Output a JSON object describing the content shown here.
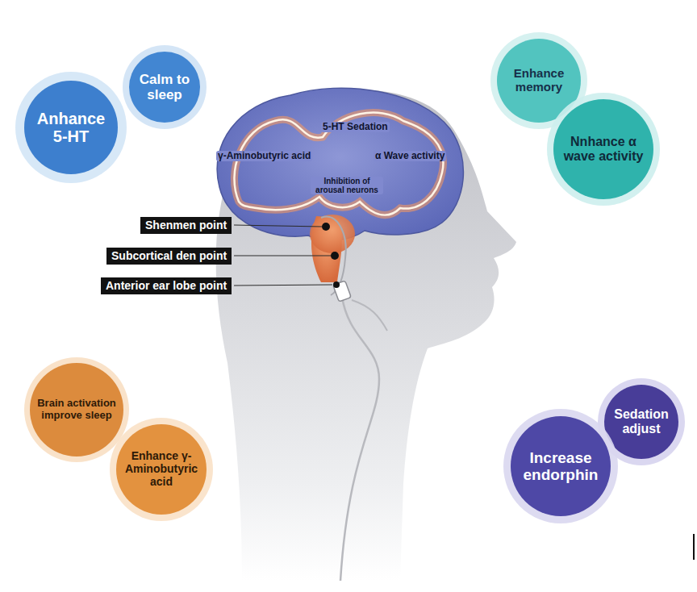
{
  "diagram": {
    "nodes": [
      {
        "text": [
          "Anhance 5-HT"
        ]
      },
      {
        "text": [
          "Calm to sleep"
        ]
      },
      {
        "text": [
          "Enhance memory"
        ]
      },
      {
        "text": [
          "Nnhance α wave activity"
        ]
      },
      {
        "text": [
          "Shenmen point"
        ]
      },
      {
        "text": [
          "Subcortical den point"
        ]
      },
      {
        "text": [
          "Anterior ear lobe point"
        ]
      },
      {
        "text": [
          "Brain activation improve sleep"
        ]
      },
      {
        "text": [
          "Enhance γ-Aminobutyric acid"
        ]
      },
      {
        "text": [
          "Sedation adjust"
        ]
      },
      {
        "text": [
          "Increase endorphin"
        ]
      }
    ],
    "labels": [
      "5-HT Sedation",
      "γ-Aminobutyric acid",
      "α Wave activity",
      "Inhibition of arousal neurons"
    ]
  }
}
